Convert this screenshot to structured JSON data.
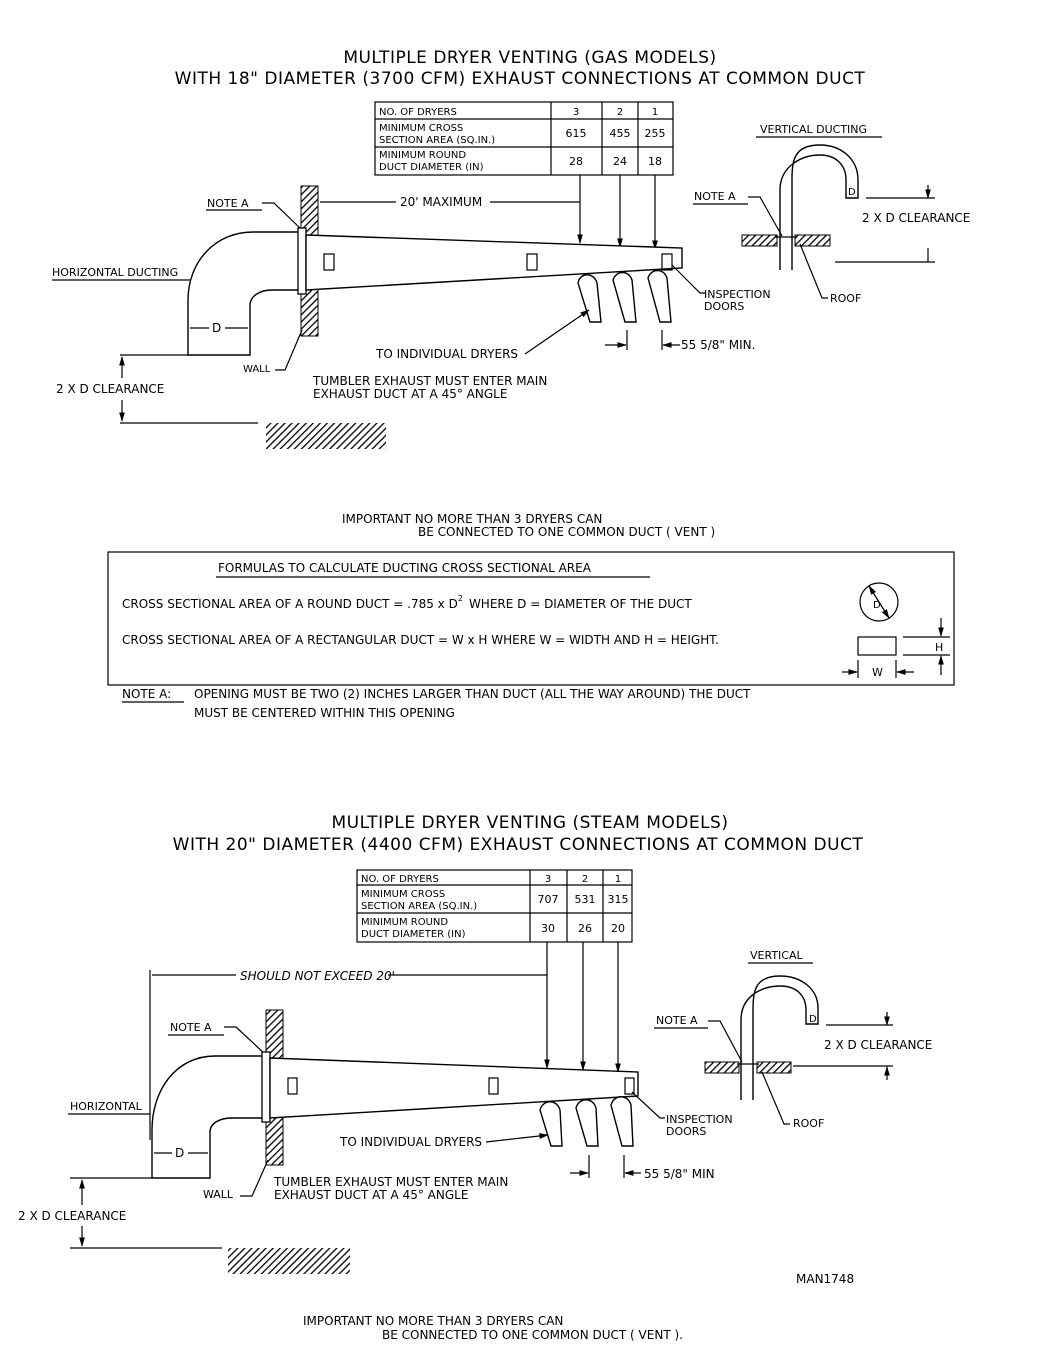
{
  "gas": {
    "title1": "MULTIPLE DRYER VENTING (GAS MODELS)",
    "title2": "WITH 18\" DIAMETER (3700 CFM) EXHAUST CONNECTIONS AT COMMON DUCT",
    "table": {
      "header": [
        "NO. OF DRYERS",
        "3",
        "2",
        "1"
      ],
      "row1_label": [
        "MINIMUM CROSS",
        "SECTION AREA (SQ.IN.)"
      ],
      "row1_values": [
        "615",
        "455",
        "255"
      ],
      "row2_label": [
        "MINIMUM ROUND",
        "DUCT DIAMETER (IN)"
      ],
      "row2_values": [
        "28",
        "24",
        "18"
      ]
    },
    "vertical_ducting": "VERTICAL DUCTING",
    "note_a": "NOTE A",
    "max_length": "20' MAXIMUM",
    "horizontal_ducting": "HORIZONTAL DUCTING",
    "d": "D",
    "wall": "WALL",
    "clearance": "2 X D CLEARANCE",
    "vertical_clearance": "2 X D CLEARANCE",
    "to_dryers": "TO INDIVIDUAL DRYERS",
    "tumbler1": "TUMBLER EXHAUST MUST ENTER MAIN",
    "tumbler2": "EXHAUST DUCT AT A 45° ANGLE",
    "spacing": "55 5/8\" MIN.",
    "inspection1": "INSPECTION",
    "inspection2": "DOORS",
    "roof": "ROOF",
    "important1": "IMPORTANT NO MORE THAN 3 DRYERS CAN",
    "important2": "BE CONNECTED TO ONE COMMON DUCT ( VENT )"
  },
  "formulas": {
    "title": "FORMULAS TO CALCULATE DUCTING CROSS SECTIONAL AREA",
    "round_pre": "CROSS SECTIONAL AREA OF A ROUND DUCT = .785 x D",
    "round_sup": "2",
    "round_post": "WHERE D = DIAMETER OF THE DUCT",
    "rect": "CROSS SECTIONAL AREA OF A RECTANGULAR DUCT = W x H   WHERE W = WIDTH AND H = HEIGHT.",
    "d": "D",
    "w": "W",
    "h": "H"
  },
  "note_a_text": {
    "label": "NOTE A:",
    "line1": "OPENING MUST BE TWO (2) INCHES LARGER THAN DUCT (ALL THE WAY AROUND) THE DUCT",
    "line2": "MUST BE CENTERED WITHIN THIS OPENING"
  },
  "steam": {
    "title1": "MULTIPLE DRYER VENTING (STEAM MODELS)",
    "title2": "WITH 20\" DIAMETER (4400 CFM) EXHAUST CONNECTIONS AT COMMON DUCT",
    "table": {
      "header": [
        "NO. OF DRYERS",
        "3",
        "2",
        "1"
      ],
      "row1_label": [
        "MINIMUM CROSS",
        "SECTION AREA (SQ.IN.)"
      ],
      "row1_values": [
        "707",
        "531",
        "315"
      ],
      "row2_label": [
        "MINIMUM ROUND",
        "DUCT DIAMETER (IN)"
      ],
      "row2_values": [
        "30",
        "26",
        "20"
      ]
    },
    "vertical": "VERTICAL",
    "max_length": "SHOULD NOT EXCEED 20'",
    "note_a": "NOTE A",
    "horizontal": "HORIZONTAL",
    "d": "D",
    "wall": "WALL",
    "clearance": "2 X D CLEARANCE",
    "vertical_clearance": "2 X D CLEARANCE",
    "to_dryers": "TO INDIVIDUAL DRYERS",
    "tumbler1": "TUMBLER EXHAUST MUST ENTER MAIN",
    "tumbler2": "EXHAUST DUCT AT A 45° ANGLE",
    "spacing": "55 5/8\" MIN",
    "inspection1": "INSPECTION",
    "inspection2": "DOORS",
    "roof": "ROOF",
    "important1": "IMPORTANT NO MORE THAN 3 DRYERS CAN",
    "important2": "BE CONNECTED TO ONE COMMON DUCT ( VENT )."
  },
  "doc_id": "MAN1748"
}
